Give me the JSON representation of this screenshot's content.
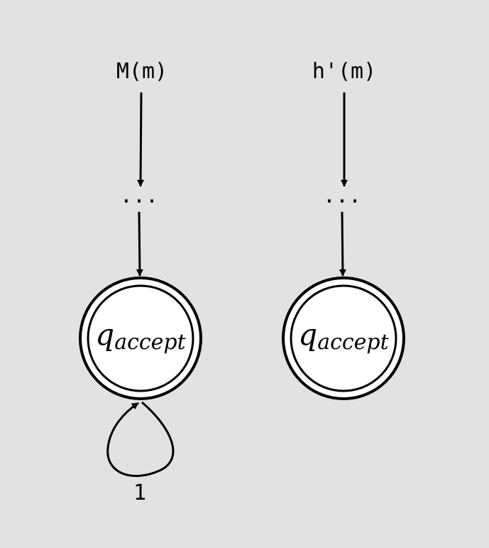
{
  "background": "#e2e2e2",
  "stroke_color": "#000000",
  "machines": [
    {
      "input_label": "M(m)",
      "ellipsis": "...",
      "state": {
        "base": "q",
        "subscript": "accept"
      },
      "self_loop_label": "1"
    },
    {
      "input_label": "h'(m)",
      "ellipsis": "...",
      "state": {
        "base": "q",
        "subscript": "accept"
      }
    }
  ]
}
